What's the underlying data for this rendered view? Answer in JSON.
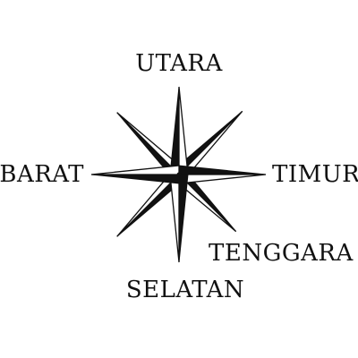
{
  "compass": {
    "labels": {
      "north": "UTARA",
      "east": "TIMUR",
      "south": "SELATAN",
      "west": "BARAT",
      "southeast": "TENGGARA"
    },
    "colors": {
      "ink": "#111111",
      "paper": "#ffffff"
    },
    "icon": "compass-rose-icon"
  }
}
